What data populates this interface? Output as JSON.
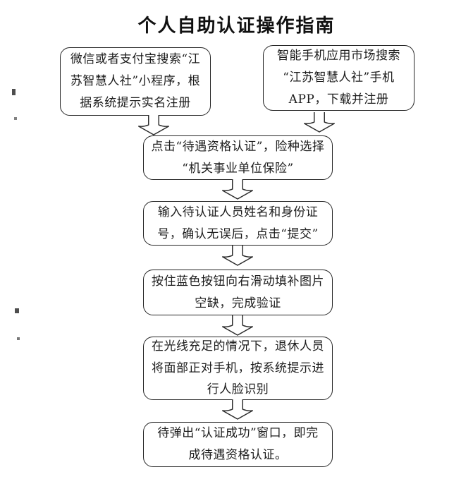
{
  "page": {
    "background_color": "#ffffff",
    "ink_color": "#1c1c1c",
    "border_color": "#262626"
  },
  "title": "个人自助认证操作指南",
  "icons": {
    "down_arrow": "hollow-block-down-arrow"
  },
  "flowchart": {
    "boxes": [
      {
        "id": "register-miniprogram",
        "text": "微信或者支付宝搜索“江\n苏智慧人社”小程序，根\n据系统提示实名注册"
      },
      {
        "id": "register-app",
        "text": "智能手机应用市场搜索\n“江苏智慧人社”手机\nAPP，下载并注册"
      },
      {
        "id": "select-insurance-type",
        "text": "点击“待遇资格认证”，险种选择\n“机关事业单位保险”"
      },
      {
        "id": "input-name-id",
        "text": "输入待认证人员姓名和身份证\n号，确认无误后，点击“提交”"
      },
      {
        "id": "slide-captcha",
        "text": "按住蓝色按钮向右滑动填补图片\n空缺，完成验证"
      },
      {
        "id": "face-recognition",
        "text": "在光线充足的情况下，退休人员\n将面部正对手机，按系统提示进\n行人脸识别"
      },
      {
        "id": "certification-complete",
        "text": "待弹出“认证成功”窗口，即完\n成待遇资格认证。"
      }
    ]
  }
}
